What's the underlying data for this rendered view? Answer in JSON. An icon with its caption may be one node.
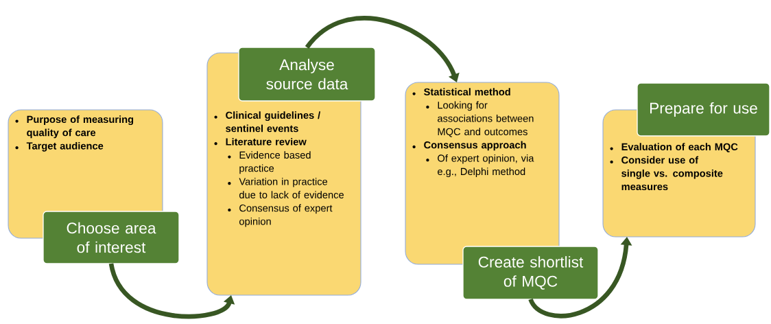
{
  "diagram": {
    "nodes": [
      {
        "text": [
          "Purpose of measuring quality of care",
          "Target audience"
        ]
      },
      {
        "text": [
          "Choose area of interest"
        ]
      },
      {
        "text": [
          "Clinical guidelines / sentinel events",
          "Literature review",
          "Evidence based practice",
          "Variation in practice due to lack of evidence",
          "Consensus of expert opinion"
        ]
      },
      {
        "text": [
          "Analyse source data"
        ]
      },
      {
        "text": [
          "Statistical method",
          "Looking for associations between MQC and outcomes",
          "Consensus approach",
          "Of expert opinion, via e.g., Delphi method"
        ]
      },
      {
        "text": [
          "Create shortlist of MQC"
        ]
      },
      {
        "text": [
          "Evaluation of each MQC",
          "Consider use of single vs. composite measures"
        ]
      },
      {
        "text": [
          "Prepare for use"
        ]
      }
    ],
    "edges": [
      {
        "from": 1,
        "to": 2,
        "arrow": "to"
      },
      {
        "from": 3,
        "to": 4,
        "arrow": "to"
      },
      {
        "from": 5,
        "to": 6,
        "arrow": "to"
      }
    ]
  }
}
